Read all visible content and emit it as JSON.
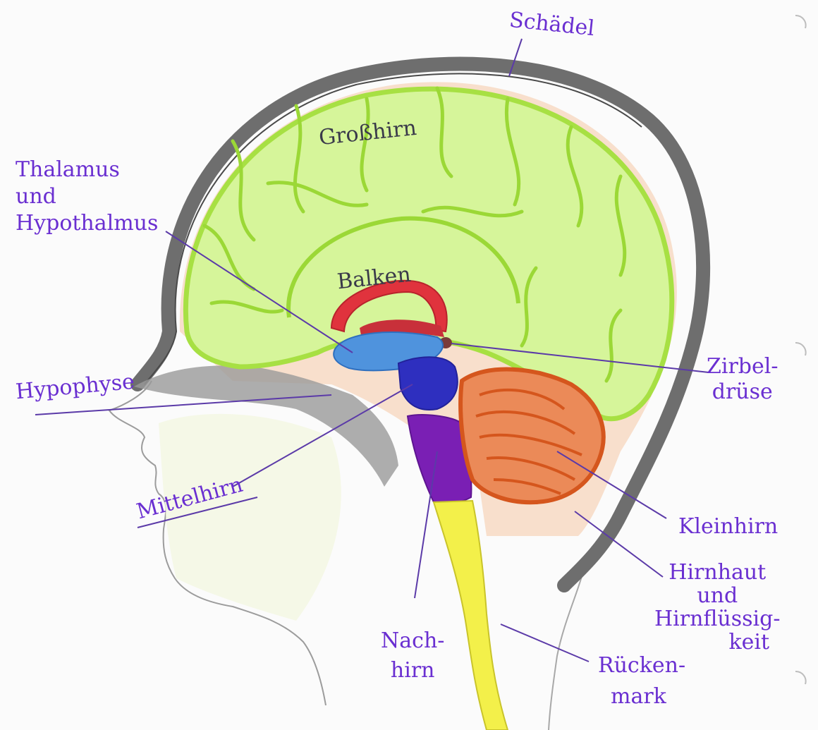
{
  "colors": {
    "label": "#6a2fd1",
    "inner_label": "#3a3a4a",
    "pointer": "#5b3aa8",
    "skull": "#7b7b7b",
    "cerebrum": "#c8f07a",
    "corpus_callosum": "#e0333d",
    "thalamus": "#4f93dd",
    "midbrain": "#2e2fbf",
    "medulla": "#7a1fb4",
    "cerebellum": "#ea6a2c",
    "spinal_cord": "#f3f04a",
    "meninges": "#f6c7a6"
  },
  "labels": {
    "schaedel": "Schädel",
    "grosshirn": "Großhirn",
    "balken": "Balken",
    "thalamus_l1": "Thalamus",
    "thalamus_l2": "und",
    "thalamus_l3": "Hypothalmus",
    "hypophyse": "Hypophyse",
    "zirbel_l1": "Zirbel-",
    "zirbel_l2": "drüse",
    "mittelhirn": "Mittelhirn",
    "kleinhirn": "Kleinhirn",
    "hirnhaut_l1": "Hirnhaut",
    "hirnhaut_l2": "und",
    "hirnhaut_l3": "Hirnflüssig-",
    "hirnhaut_l4": "keit",
    "nachhirn_l1": "Nach-",
    "nachhirn_l2": "hirn",
    "rueckenmark_l1": "Rücken-",
    "rueckenmark_l2": "mark"
  }
}
